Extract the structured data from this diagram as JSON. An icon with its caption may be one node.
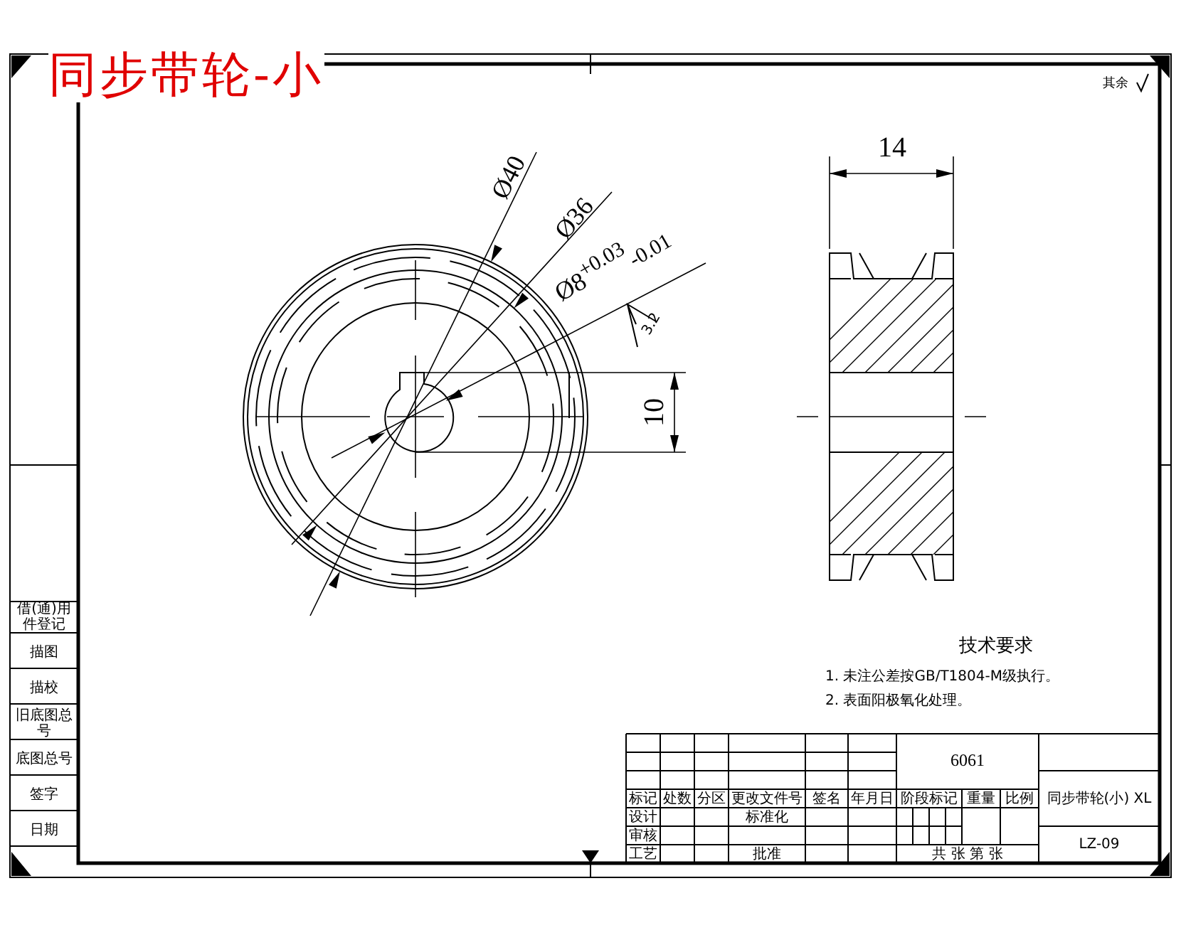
{
  "diagram": {
    "title": "同步带轮-小",
    "labels": [
      "其余",
      "14",
      "Ø40",
      "Ø36",
      "Ø8$^{+0.03}$$_{-0.01}$",
      "3.2",
      "10",
      "借(通)用件登记",
      "描图",
      "描校",
      "旧底图总号",
      "底图总号",
      "签字",
      "日期",
      "技术要求",
      "1. 未注公差按GB/T1804-M级执行。",
      "2. 表面阳极氧化处理。",
      "6061",
      "标记",
      "处数",
      "分区",
      "更改文件号",
      "签名",
      "年月日",
      "阶段标记",
      "重量",
      "比例",
      "同步带轮(小) XL",
      "设计",
      "标准化",
      "审核",
      "工艺",
      "批准",
      "共 张 第 张",
      "LZ-09"
    ]
  }
}
